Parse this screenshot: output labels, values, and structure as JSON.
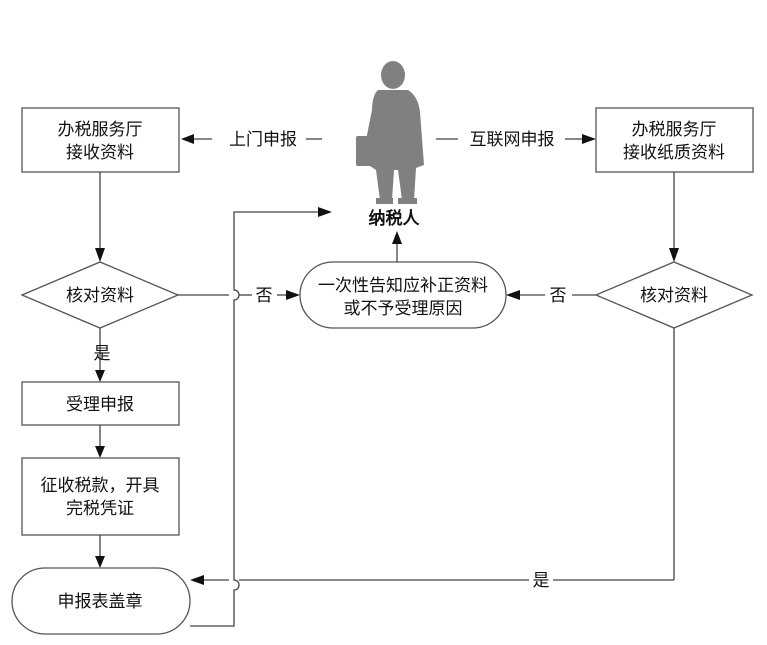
{
  "taxpayer": {
    "label": "纳税人",
    "icon": "businessman-with-briefcase-icon",
    "color": "#808080"
  },
  "left": {
    "hall_box": {
      "line1": "办税服务厅",
      "line2": "接收资料"
    },
    "upstream_label": "上门申报",
    "check": "核对资料",
    "yes_label": "是",
    "accept": "受理申报",
    "collect": {
      "line1": "征收税款，开具",
      "line2": "完税凭证"
    },
    "stamp": "申报表盖章"
  },
  "right": {
    "hall_box": {
      "line1": "办税服务厅",
      "line2": "接收纸质资料"
    },
    "online_label": "互联网申报",
    "check": "核对资料",
    "yes_label": "是"
  },
  "center": {
    "notice": {
      "line1": "一次性告知应补正资料",
      "line2": "或不予受理原因"
    },
    "no_left": "否",
    "no_right": "否"
  }
}
